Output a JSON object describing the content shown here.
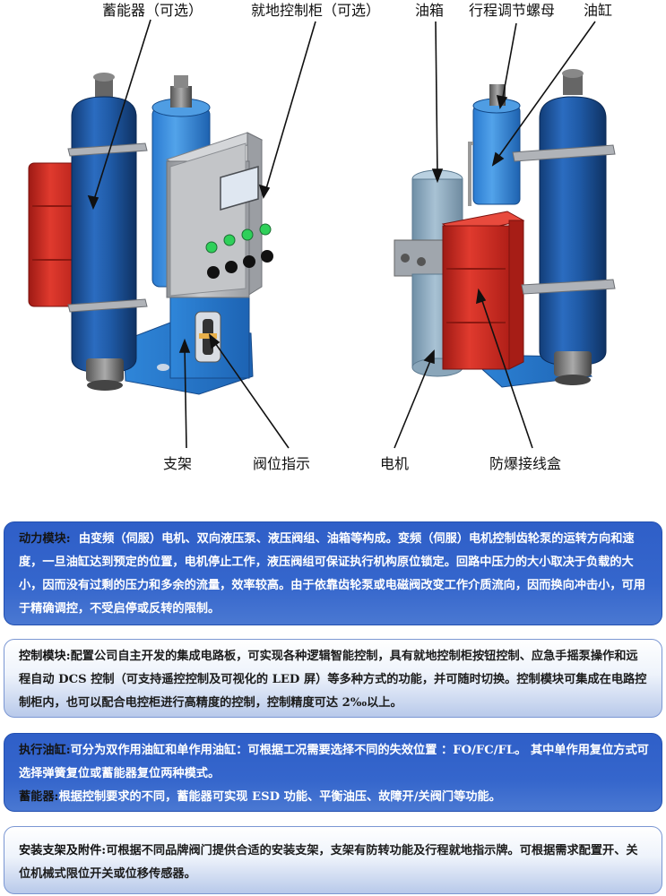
{
  "callouts": {
    "accumulator": "蓄能器（可选）",
    "control_cabinet": "就地控制柜（可选）",
    "oil_tank": "油箱",
    "stroke_nut": "行程调节螺母",
    "cylinder": "油缸",
    "bracket": "支架",
    "valve_indicator": "阀位指示",
    "motor": "电机",
    "junction_box": "防爆接线盒"
  },
  "sections": {
    "power": {
      "title": "动力模块:",
      "text": "由变频（伺服）电机、双向液压泵、液压阀组、油箱等构成。变频（伺服）电机控制齿轮泵的运转方向和速度，一旦油缸达到预定的位置，电机停止工作，液压阀组可保证执行机构原位锁定。回路中压力的大小取决于负载的大小，因而没有过剩的压力和多余的流量，效率较高。由于依靠齿轮泵或电磁阀改变工作介质流向，因而换向冲击小，可用于精确调控，不受启停或反转的限制。"
    },
    "control": {
      "title": "控制模块:",
      "text": "配置公司自主开发的集成电路板，可实现各种逻辑智能控制，具有就地控制柜按钮控制、应急手摇泵操作和远程自动 DCS 控制（可支持遥控控制及可视化的 LED 屏）等多种方式的功能，并可随时切换。控制模块可集成在电路控制柜内，也可以配合电控柜进行高精度的控制，控制精度可达 2‰以上。"
    },
    "cylinder": {
      "title": "执行油缸:",
      "text": "可分为双作用油缸和单作用油缸：可根据工况需要选择不同的失效位置 ：FO/FC/FL。 其中单作用复位方式可选择弹簧复位或蓄能器复位两种模式。",
      "title2": "蓄能器:",
      "text2": "根据控制要求的不同，蓄能器可实现 ESD 功能、平衡油压、故障开/关阀门等功能。"
    },
    "mounting": {
      "title": "安装支架及附件:",
      "text": "可根据不同品牌阀门提供合适的安装支架，支架有防转功能及行程就地指示牌。可根据需求配置开、关位机械式限位开关或位移传感器。"
    }
  },
  "colors": {
    "panel_dark": "#3566cc",
    "cylinder_blue": "#1f5aa6",
    "junction_red": "#d42a22",
    "cabinet_grey": "#b5b7ba",
    "indicator_green": "#2fd05a"
  }
}
